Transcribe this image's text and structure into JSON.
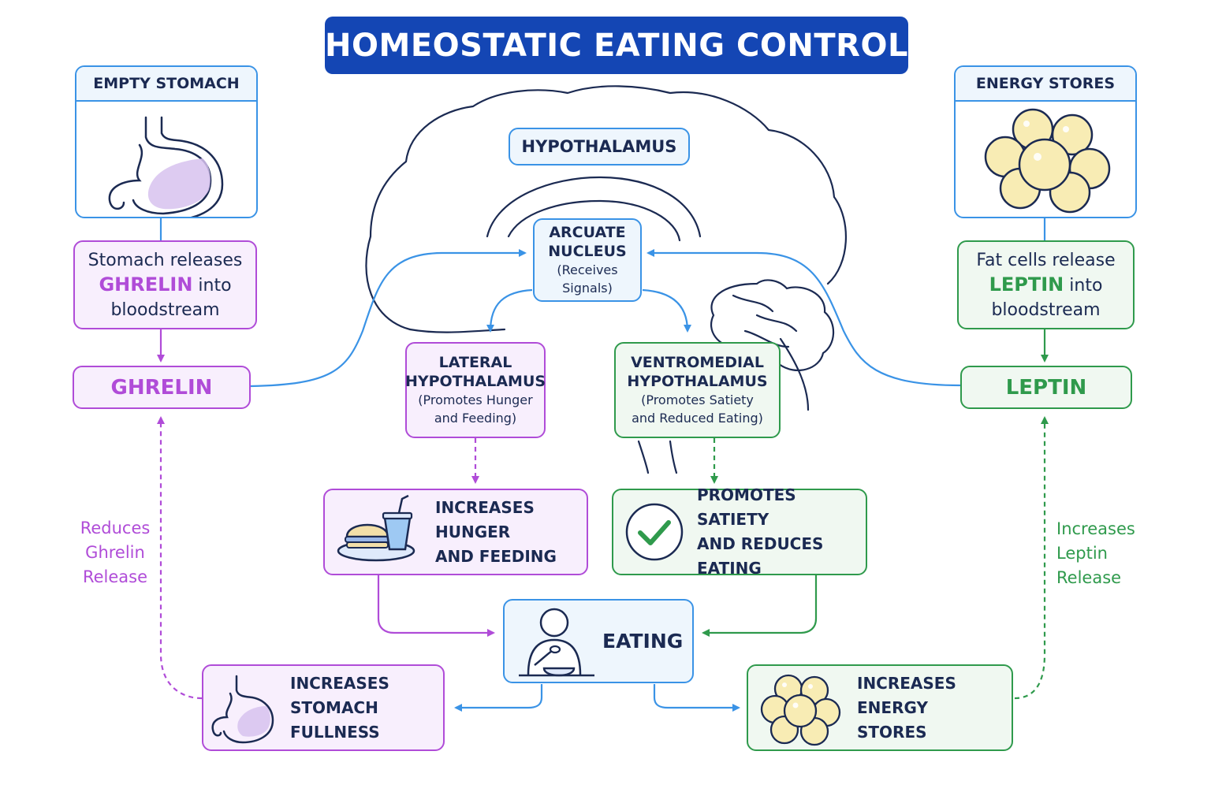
{
  "title": "HOMEOSTATIC EATING CONTROL",
  "empty_stomach": {
    "header": "EMPTY STOMACH"
  },
  "energy_stores": {
    "header": "ENERGY STORES"
  },
  "hypothalamus": {
    "label": "HYPOTHALAMUS"
  },
  "arcuate": {
    "title_line1": "ARCUATE",
    "title_line2": "NUCLEUS",
    "sub_line1": "(Receives",
    "sub_line2": "Signals)"
  },
  "ghrelin_release": {
    "line1": "Stomach releases",
    "hormone": "GHRELIN",
    "line2_rest": " into",
    "line3": "bloodstream"
  },
  "leptin_release": {
    "line1": "Fat cells release",
    "hormone": "LEPTIN",
    "line2_rest": " into",
    "line3": "bloodstream"
  },
  "ghrelin": {
    "label": "GHRELIN"
  },
  "leptin": {
    "label": "LEPTIN"
  },
  "lateral": {
    "title_line1": "LATERAL",
    "title_line2": "HYPOTHALAMUS",
    "sub_line1": "(Promotes Hunger",
    "sub_line2": "and Feeding)"
  },
  "ventromedial": {
    "title_line1": "VENTROMEDIAL",
    "title_line2": "HYPOTHALAMUS",
    "sub_line1": "(Promotes Satiety",
    "sub_line2": "and Reduced Eating)"
  },
  "hunger": {
    "line1": "INCREASES HUNGER",
    "line2": "AND FEEDING"
  },
  "satiety": {
    "line1": "PROMOTES SATIETY",
    "line2": "AND REDUCES EATING"
  },
  "eating": {
    "label": "EATING"
  },
  "fullness": {
    "line1": "INCREASES STOMACH",
    "line2": "FULLNESS"
  },
  "energy_increase": {
    "line1": "INCREASES ENERGY",
    "line2": "STORES"
  },
  "reduces_ghrelin": {
    "line1": "Reduces",
    "line2": "Ghrelin",
    "line3": "Release"
  },
  "increases_leptin": {
    "line1": "Increases",
    "line2": "Leptin",
    "line3": "Release"
  },
  "colors": {
    "purple": "#b04cd8",
    "green": "#2f9a4c",
    "blue": "#3a93e6",
    "navy": "#1446b4",
    "text": "#1b2a52"
  }
}
